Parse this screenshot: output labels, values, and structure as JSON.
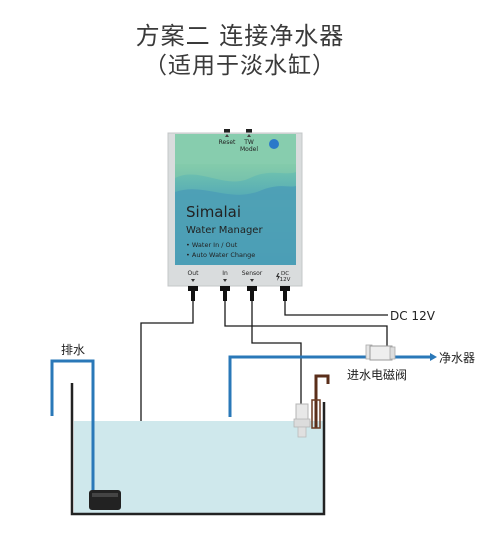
{
  "title": {
    "line1": "方案二  连接净水器",
    "line2": "（适用于淡水缸）"
  },
  "device": {
    "brand": "Simalai",
    "product": "Water Manager",
    "feature1": "• Water In / Out",
    "feature2": "• Auto Water Change",
    "reset_label": "Reset",
    "tw_label": "TW",
    "model_label": "Model",
    "port_out": "Out",
    "port_in": "In",
    "port_sensor": "Sensor",
    "port_dc": "DC",
    "port_dc_voltage": "12V"
  },
  "labels": {
    "dc": "DC 12V",
    "drain": "排水",
    "purifier": "净水器",
    "valve": "进水电磁阀"
  },
  "colors": {
    "pipe": "#2a78b8",
    "water": "#cfe8ec",
    "device_green": "#7ec6a6",
    "device_blue": "#4a9fb5",
    "button_blue": "#2b79c9"
  }
}
